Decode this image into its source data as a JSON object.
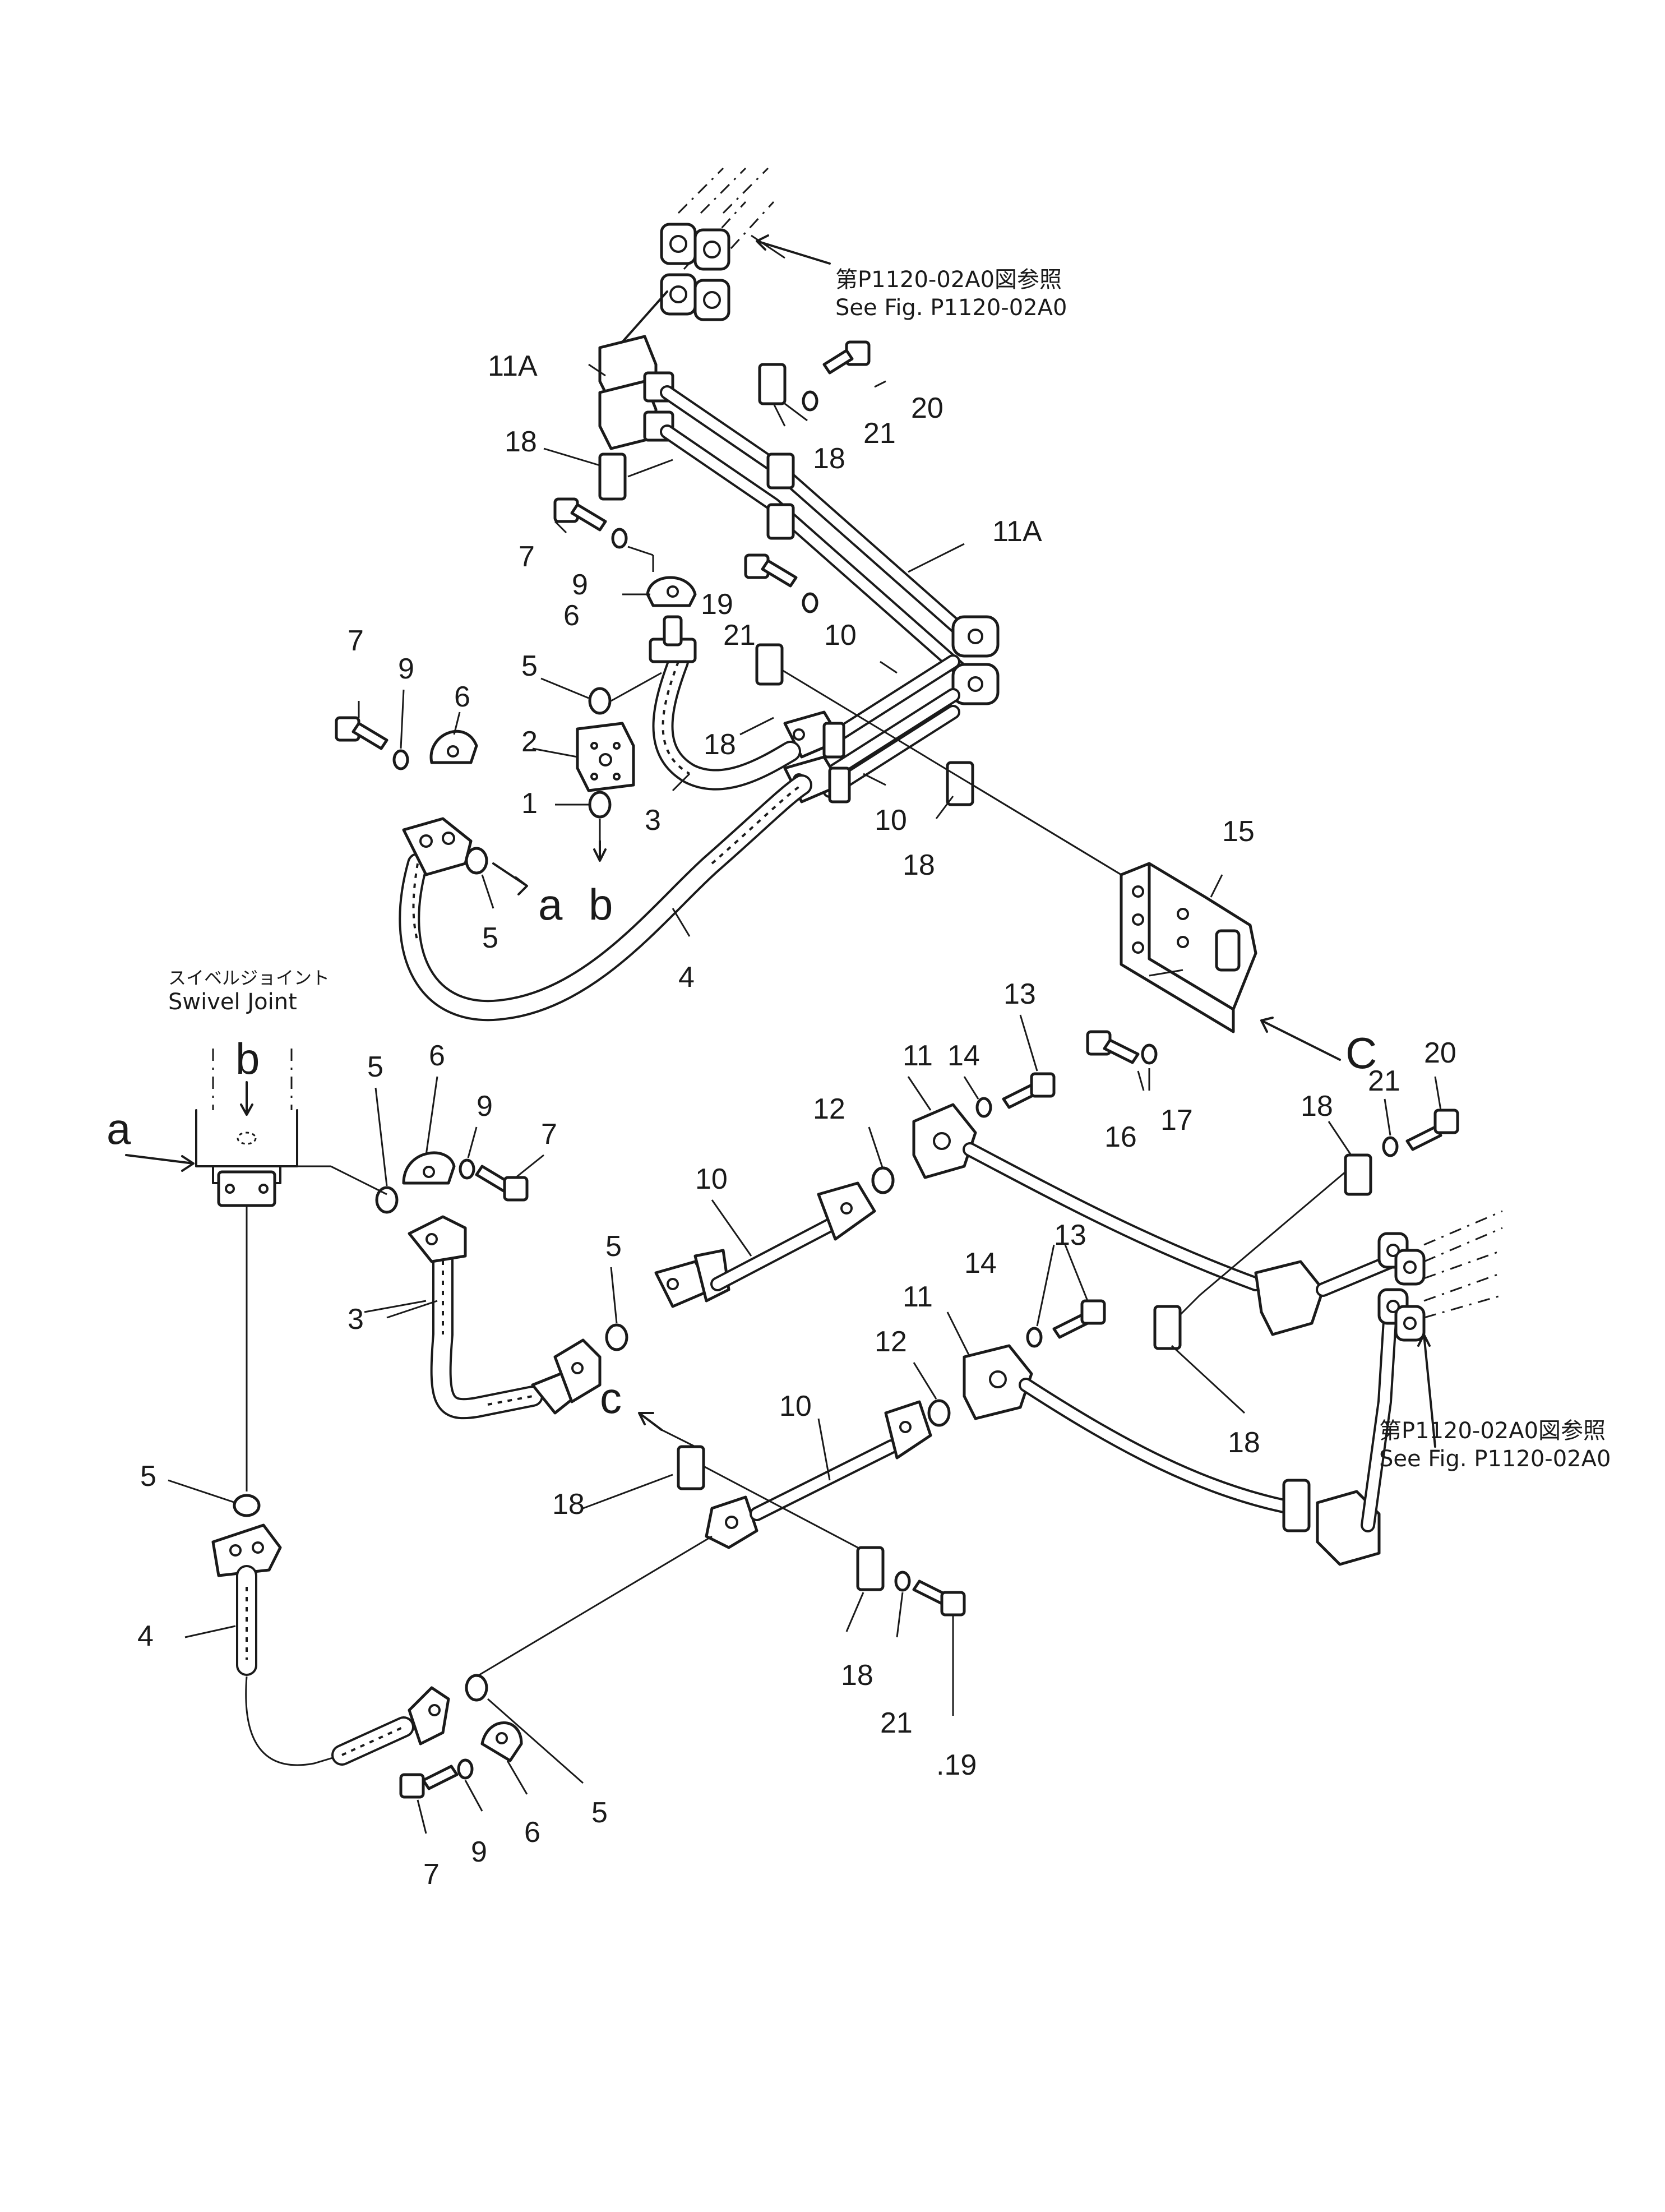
{
  "refs": {
    "top": {
      "jp": "第P1120-02A0図参照",
      "en": "See  Fig. P1120-02A0"
    },
    "right": {
      "jp": "第P1120-02A0図参照",
      "en": "See  Fig. P1120-02A0"
    }
  },
  "swivel": {
    "jp": "スイベルジョイント",
    "en": "Swivel  Joint"
  },
  "views": {
    "a": "a",
    "b": "b",
    "c": "C",
    "c_small": "c"
  },
  "callouts": {
    "n1": "1",
    "n2": "2",
    "n3": "3",
    "n4": "4",
    "n5": "5",
    "n6": "6",
    "n7": "7",
    "n9": "9",
    "n10": "10",
    "n11": "11",
    "n11a": "11A",
    "n12": "12",
    "n13": "13",
    "n14": "14",
    "n15": "15",
    "n16": "16",
    "n17": "17",
    "n18": "18",
    "n19": "19",
    "n20": "20",
    "n21": "21",
    "n19dot": ".19"
  }
}
